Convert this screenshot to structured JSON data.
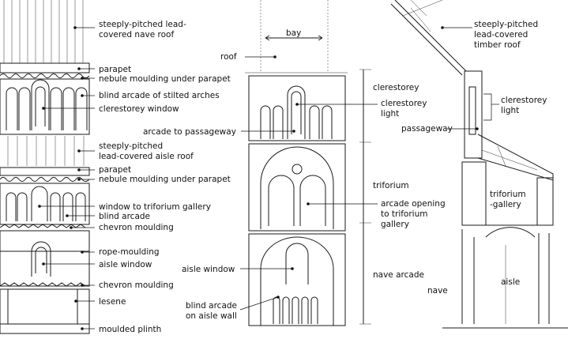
{
  "left_labels": [
    [
      "steeply-pitched lead-",
      "covered nave roof"
    ],
    [
      "parapet"
    ],
    [
      "nebule moulding under parapet"
    ],
    [
      "blind arcade of stilted arches"
    ],
    [
      "clerestorey window"
    ],
    [
      "steeply-pitched",
      "lead-covered aisle roof"
    ],
    [
      "parapet"
    ],
    [
      "nebule moulding under parapet"
    ],
    [
      "window to triforium gallery"
    ],
    [
      "blind arcade"
    ],
    [
      "chevron moulding"
    ],
    [
      "rope-moulding"
    ],
    [
      "aisle window"
    ],
    [
      "chevron moulding"
    ],
    [
      "lesene"
    ],
    [
      "moulded plinth"
    ]
  ],
  "middle_labels": {
    "bay": "bay",
    "roof": "roof",
    "arcade_passage": "arcade to passageway",
    "aisle_window": "aisle window",
    "blind_arcade": [
      "blind arcade",
      "on aisle wall"
    ]
  },
  "right_section_labels": {
    "clerestory": "clerestorey",
    "clerestory_light": [
      "clerestorey",
      "light"
    ],
    "triforium": "triforium",
    "arcade_opening": [
      "arcade opening",
      "to triforium",
      "gallery"
    ],
    "nave_arcade": "nave arcade"
  },
  "section_labels": {
    "roof": [
      "steeply-pitched",
      "lead-covered",
      "timber roof"
    ],
    "clerestory_light": [
      "clerestorey",
      "light"
    ],
    "passageway": "passageway",
    "triforium_gallery": [
      "triforium",
      "-gallery"
    ],
    "aisle": "aisle",
    "nave": "nave"
  }
}
